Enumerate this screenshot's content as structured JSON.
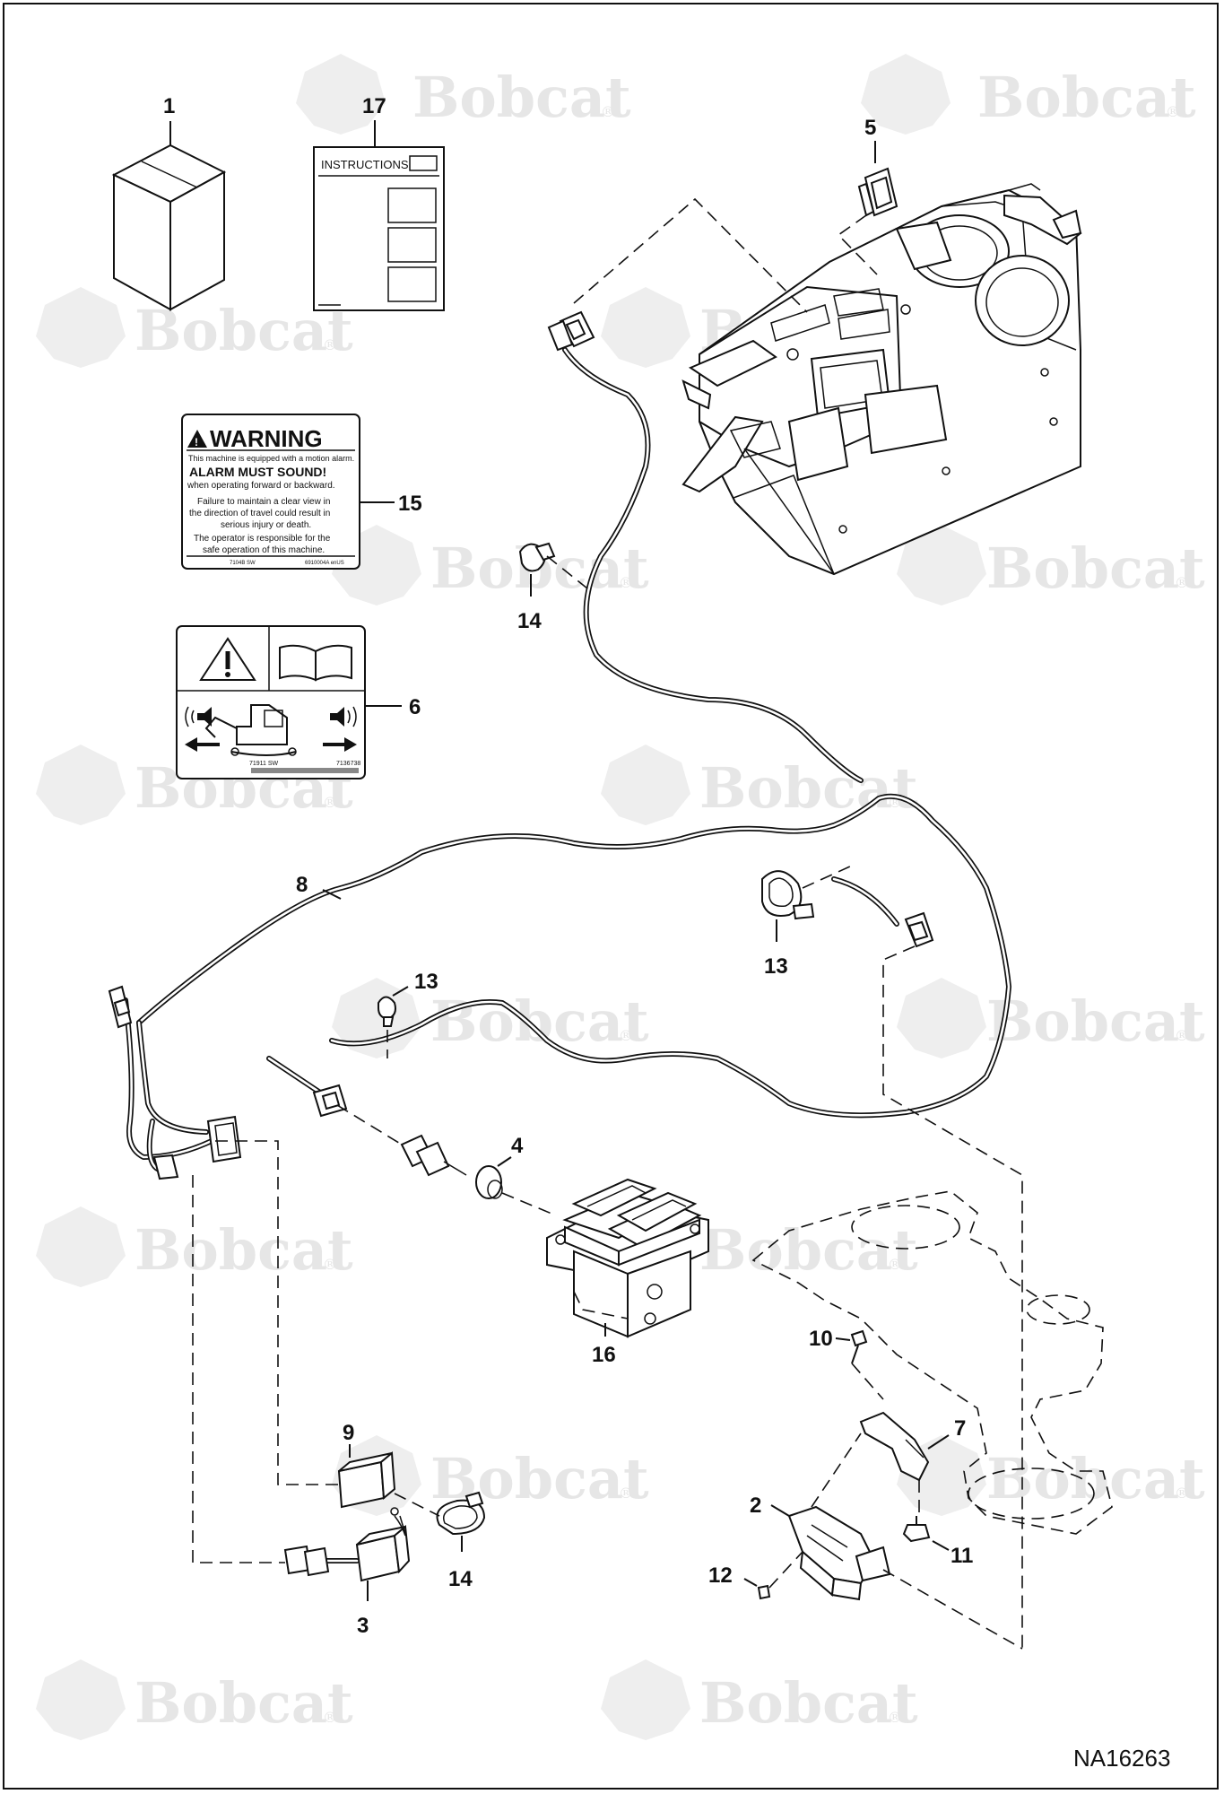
{
  "watermark": {
    "brand": "Bobcat",
    "mark": "®"
  },
  "figure_id": "NA16263",
  "callouts": {
    "c1": "1",
    "c2": "2",
    "c3": "3",
    "c4": "4",
    "c5": "5",
    "c6": "6",
    "c7": "7",
    "c8": "8",
    "c9": "9",
    "c10": "10",
    "c11": "11",
    "c12": "12",
    "c13a": "13",
    "c13b": "13",
    "c14a": "14",
    "c14b": "14",
    "c15": "15",
    "c16": "16",
    "c17": "17"
  },
  "instructions_sheet": {
    "title": "INSTRUCTIONS"
  },
  "warning_decal": {
    "header": "WARNING",
    "line1": "This machine is equipped with a motion alarm.",
    "line2": "ALARM MUST SOUND!",
    "line3": "when operating forward or backward.",
    "line4": "Failure to maintain a clear view in",
    "line5": "the direction of travel could result in",
    "line6": "serious injury or death.",
    "line7": "The operator is responsible for the",
    "line8": "safe operation of this machine.",
    "code_left": "7104B SW",
    "code_right": "6910004A enUS"
  },
  "pictorial_decal": {
    "code_left": "71911 SW",
    "code_right": "7136738"
  }
}
